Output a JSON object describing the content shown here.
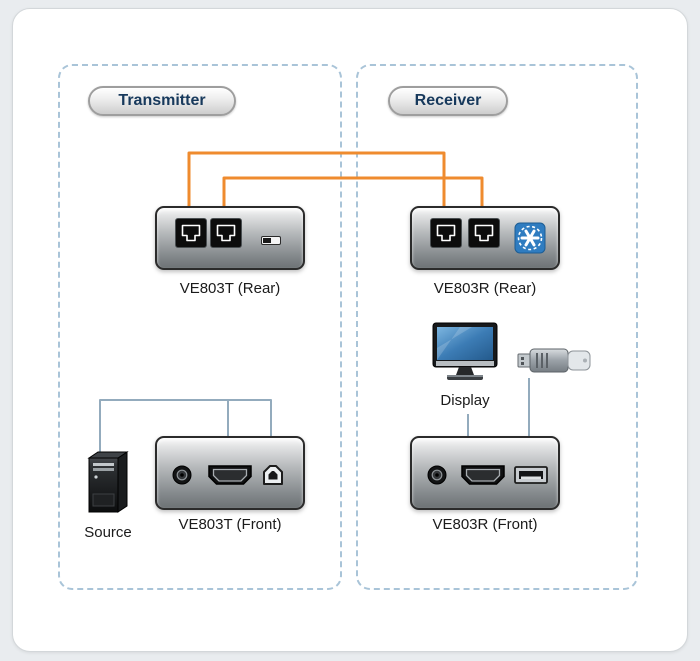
{
  "colors": {
    "bg": "#e9ecef",
    "card": "#ffffff",
    "dashed-border": "#a9c4d8",
    "pill-text": "#17395c",
    "cable-orange": "#ef8b2e",
    "line-blue": "#93abbd",
    "label-text": "#1b1b1b",
    "device-border": "#2b2b2b",
    "icon-blue": "#2f7cc0"
  },
  "transmitter": {
    "title": "Transmitter",
    "rear_label": "VE803T (Rear)",
    "front_label": "VE803T (Front)",
    "source_label": "Source"
  },
  "receiver": {
    "title": "Receiver",
    "rear_label": "VE803R (Rear)",
    "front_label": "VE803R (Front)",
    "display_label": "Display"
  },
  "icons": {
    "transmitter_rear": [
      "rj45-port-icon",
      "rj45-port-icon",
      "dip-switch-icon"
    ],
    "receiver_rear": [
      "rj45-port-icon",
      "rj45-port-icon",
      "fan-icon"
    ],
    "transmitter_front": [
      "power-jack-icon",
      "hdmi-port-icon",
      "usb-b-port-icon"
    ],
    "receiver_front": [
      "power-jack-icon",
      "hdmi-port-icon",
      "usb-a-port-icon"
    ],
    "source": "computer-tower-icon",
    "display": "monitor-icon",
    "usb_device": "usb-dongle-icon"
  }
}
